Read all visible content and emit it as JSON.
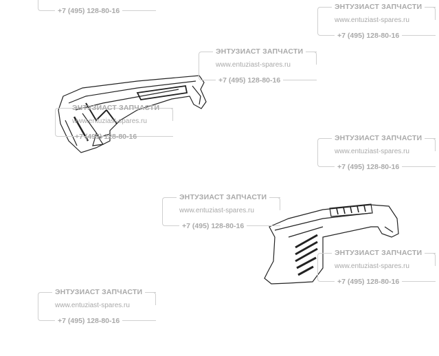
{
  "watermark": {
    "title": "ЭНТУЗИАСТ ЗАПЧАСТИ",
    "url": "www.entuziast-spares.ru",
    "phone": "+7 (495) 128-80-16"
  },
  "parts": [
    {
      "name": "handle-housing-left-half"
    },
    {
      "name": "handle-housing-right-half"
    }
  ]
}
